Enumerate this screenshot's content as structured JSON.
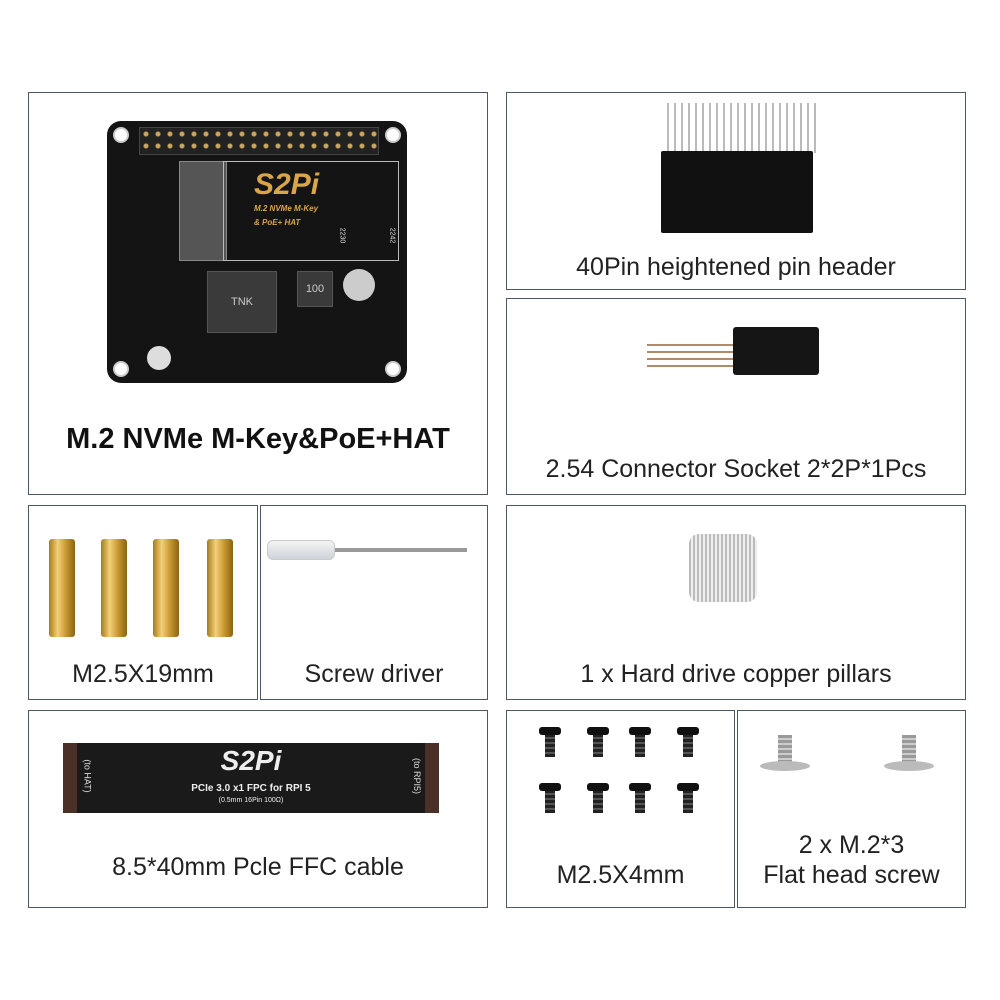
{
  "items": {
    "hat": {
      "label": "M.2 NVMe M-Key&PoE+HAT",
      "brand": "S2Pi",
      "board_line1": "M.2 NVMe M-Key",
      "board_line2": "& PoE+ HAT",
      "size_a": "2230",
      "size_b": "2242",
      "inductor": "100",
      "chip": "TNK"
    },
    "pin_header": {
      "label": "40Pin heightened pin header"
    },
    "connector": {
      "label": "2.54 Connector Socket 2*2P*1Pcs"
    },
    "standoffs": {
      "label": "M2.5X19mm"
    },
    "screwdriver": {
      "label": "Screw driver"
    },
    "pillar": {
      "label": "1 x Hard drive copper pillars"
    },
    "cable": {
      "label": "8.5*40mm Pcle FFC cable",
      "brand": "S2Pi",
      "line1": "PCIe 3.0 x1 FPC for RPI 5",
      "line2": "(0.5mm 16Pin 100Ω)",
      "left_end": "(to HAT)",
      "right_end": "(to RPI5)"
    },
    "screws": {
      "label": "M2.5X4mm"
    },
    "flat_screws": {
      "label_line1": "2 x M.2*3",
      "label_line2": "Flat head screw"
    }
  },
  "colors": {
    "border": "#4a5868",
    "pcb": "#141414",
    "silkscreen_gold": "#d9a548",
    "brass": "#c6962e"
  }
}
